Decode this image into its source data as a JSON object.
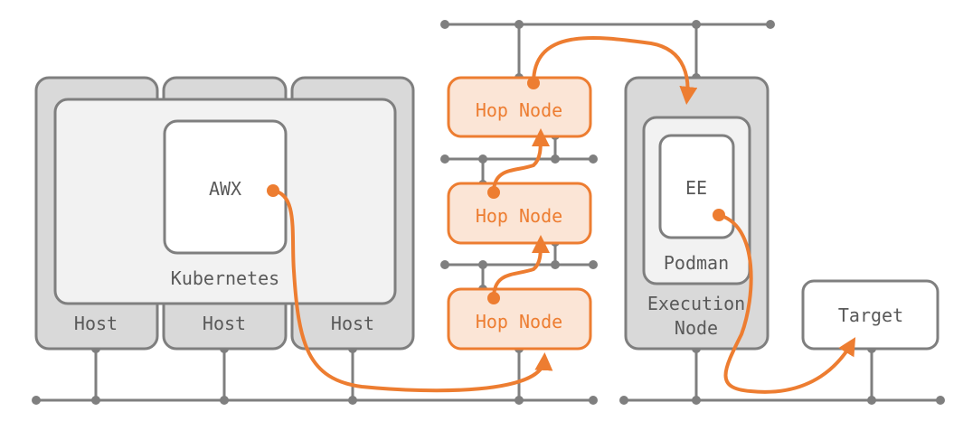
{
  "labels": {
    "awx": "AWX",
    "kubernetes": "Kubernetes",
    "host_1": "Host",
    "host_2": "Host",
    "host_3": "Host",
    "hop_node_1": "Hop Node",
    "hop_node_2": "Hop Node",
    "hop_node_3": "Hop Node",
    "ee": "EE",
    "podman": "Podman",
    "execution_node_line1": "Execution",
    "execution_node_line2": "Node",
    "target": "Target"
  },
  "colors": {
    "flow_accent": "#ed7d31",
    "hop_fill": "#fbe5d6",
    "border": "#7f7f7f",
    "host_fill": "#d9d9d9",
    "cluster_fill": "#f2f2f2",
    "text": "#595959"
  }
}
